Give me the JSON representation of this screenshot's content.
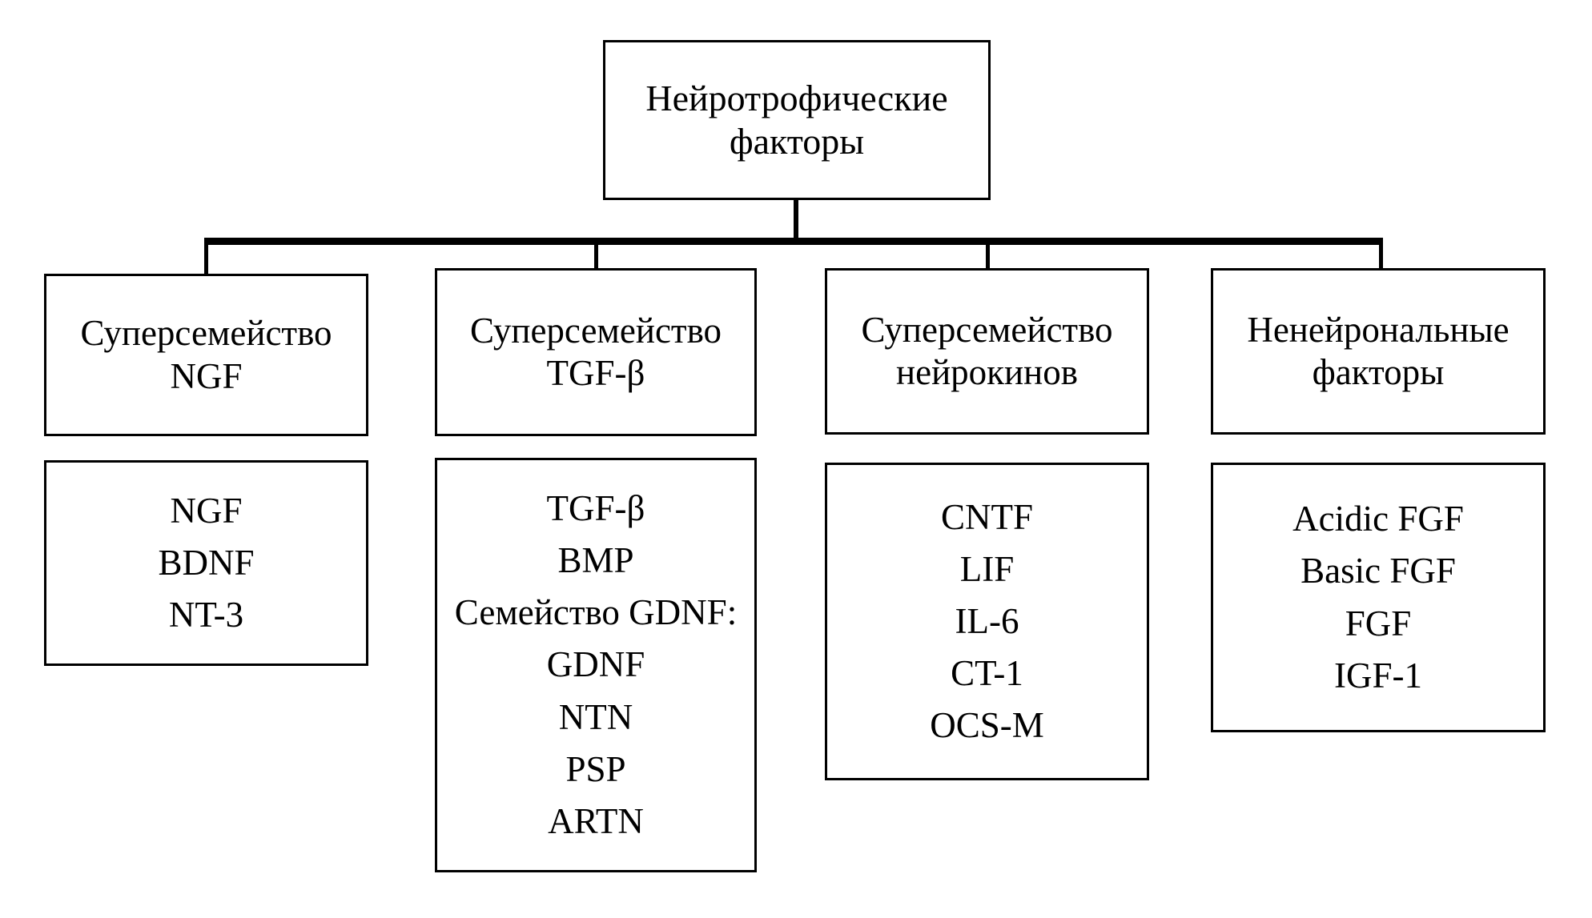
{
  "diagram": {
    "title": "Нейротрофические факторы",
    "root": {
      "line1": "Нейротрофические",
      "line2": "факторы"
    },
    "columns": [
      {
        "header_line1": "Суперсемейство",
        "header_line2": "NGF",
        "items": [
          "NGF",
          "BDNF",
          "NT-3"
        ]
      },
      {
        "header_line1": "Суперсемейство",
        "header_line2": "TGF-β",
        "items": [
          "TGF-β",
          "BMP",
          "Семейство GDNF:",
          "GDNF",
          "NTN",
          "PSP",
          "ARTN"
        ]
      },
      {
        "header_line1": "Суперсемейство",
        "header_line2": "нейрокинов",
        "items": [
          "CNTF",
          "LIF",
          "IL-6",
          "CT-1",
          "OCS-M"
        ]
      },
      {
        "header_line1": "Ненейрональные",
        "header_line2": "факторы",
        "items": [
          "Acidic FGF",
          "Basic FGF",
          "FGF",
          "IGF-1"
        ]
      }
    ],
    "colors": {
      "stroke": "#000000",
      "background": "#ffffff",
      "text": "#000000"
    }
  }
}
